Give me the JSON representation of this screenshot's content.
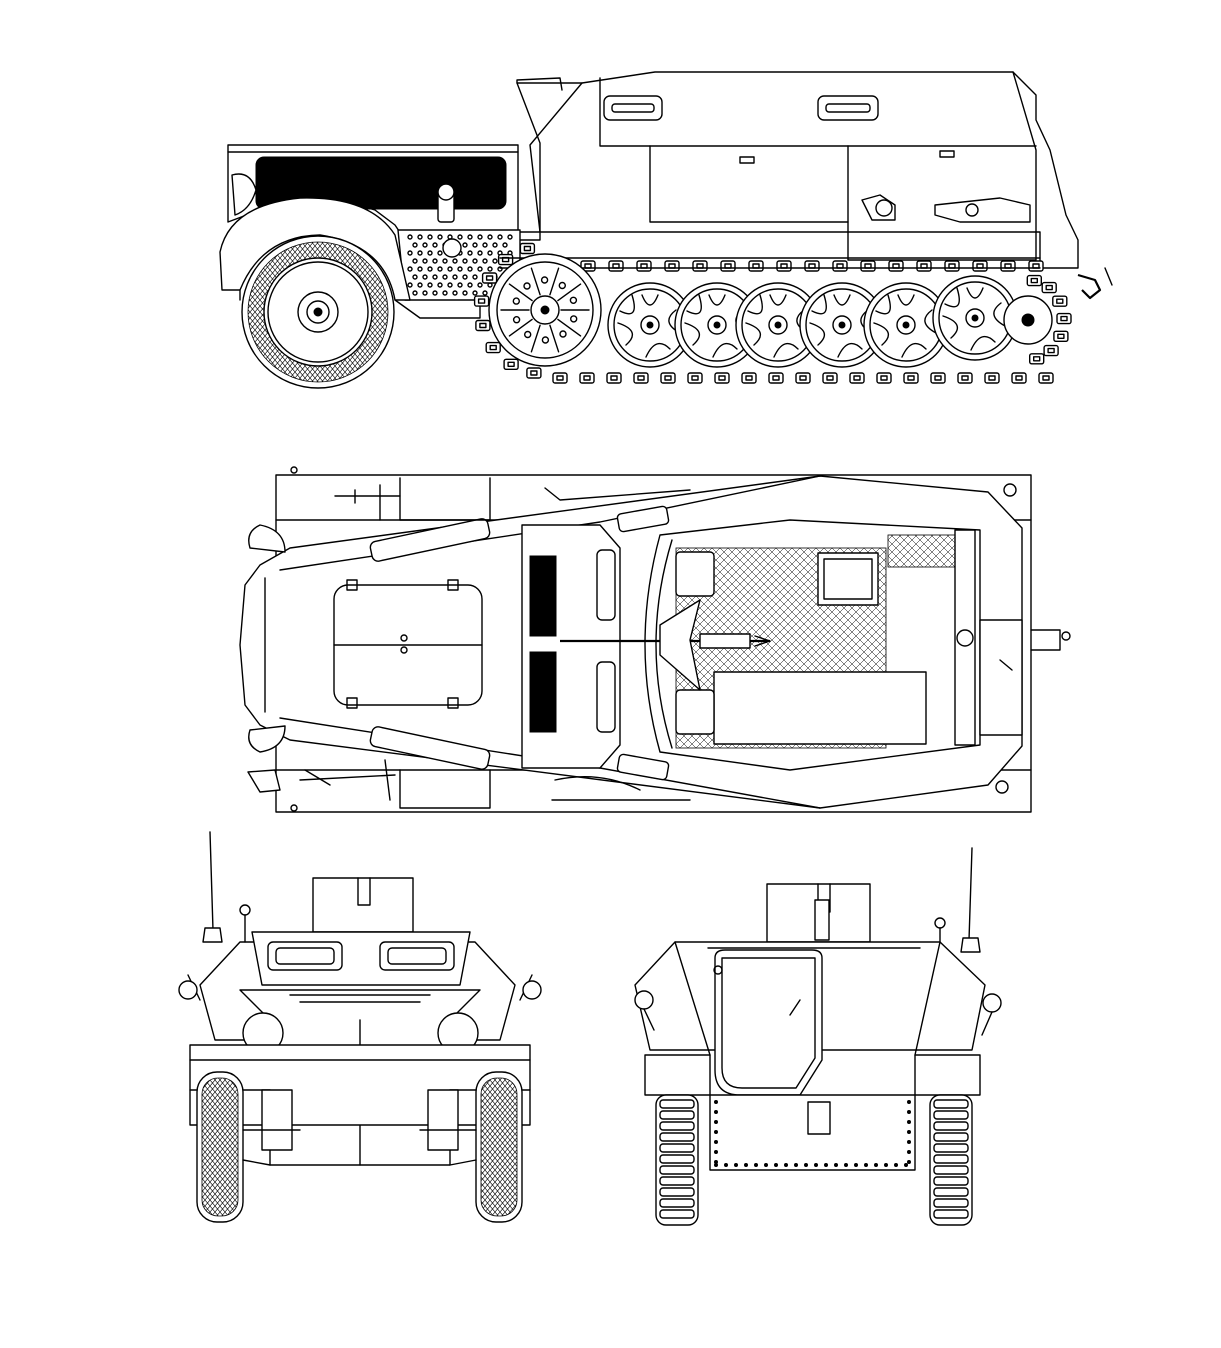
{
  "drawing": {
    "views": [
      {
        "id": "side",
        "label": ""
      },
      {
        "id": "top",
        "label": ""
      },
      {
        "id": "front",
        "label": ""
      },
      {
        "id": "rear",
        "label": ""
      }
    ]
  },
  "colors": {
    "ink": "#000000",
    "paper": "#ffffff"
  }
}
